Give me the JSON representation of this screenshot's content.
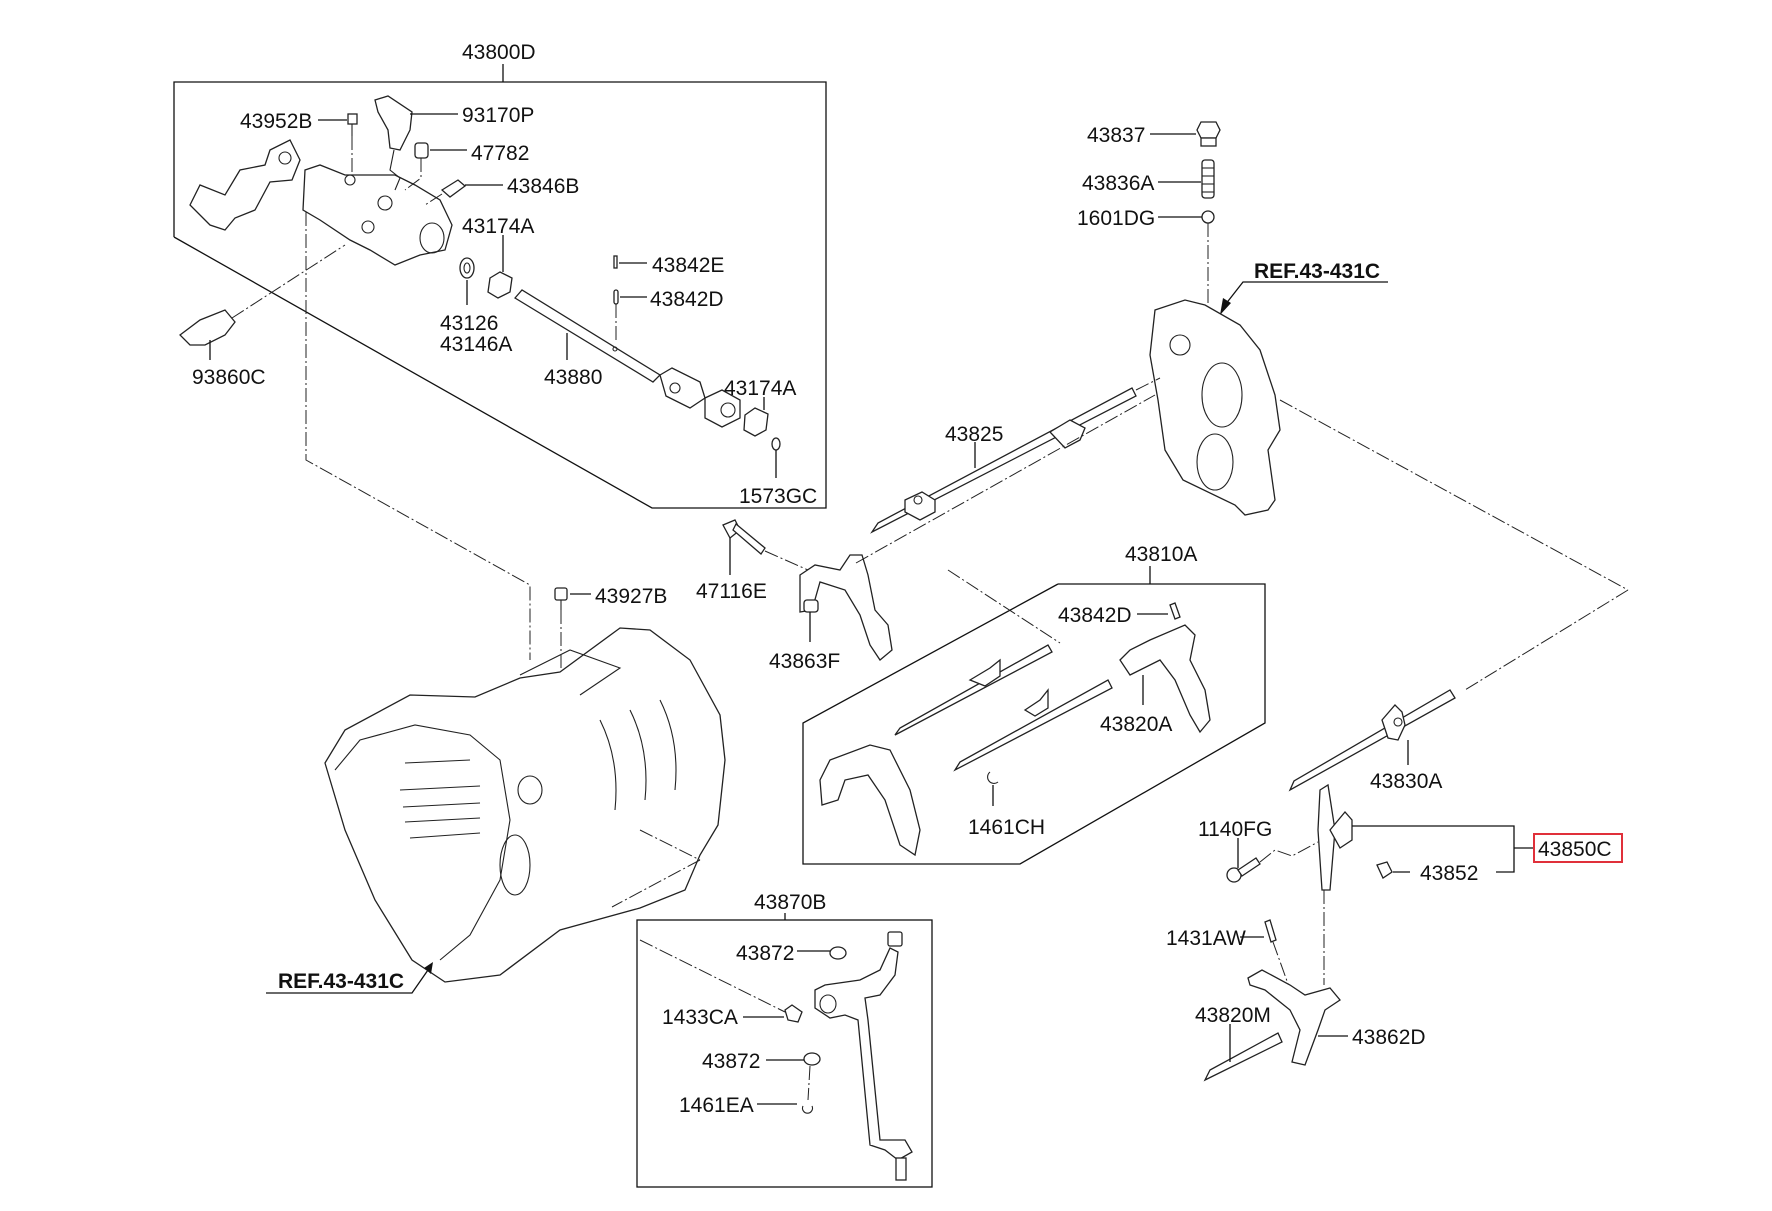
{
  "diagram": {
    "title": "Transmission shift control / shift rail & fork exploded parts diagram",
    "highlight_color": "#e0303a",
    "highlighted_part": "43850C",
    "groups": {
      "g1": {
        "label": "43800D"
      },
      "g2": {
        "label": "43810A"
      },
      "g3": {
        "label": "43870B"
      }
    },
    "labels": {
      "p43952B": "43952B",
      "p93170P": "93170P",
      "p47782": "47782",
      "p43846B": "43846B",
      "p43174A_1": "43174A",
      "p43842E": "43842E",
      "p43842D_1": "43842D",
      "p43126": "43126",
      "p43146A": "43146A",
      "p43880": "43880",
      "p93860C": "93860C",
      "p43174A_2": "43174A",
      "p1573GC": "1573GC",
      "p43837": "43837",
      "p43836A": "43836A",
      "p1601DG": "1601DG",
      "p43825": "43825",
      "p47116E": "47116E",
      "p43863F": "43863F",
      "p43842D_2": "43842D",
      "p43820A": "43820A",
      "p1461CH": "1461CH",
      "p43927B": "43927B",
      "p43830A": "43830A",
      "p1140FG": "1140FG",
      "p43852": "43852",
      "p43850C": "43850C",
      "p1431AW": "1431AW",
      "p43820M": "43820M",
      "p43862D": "43862D",
      "p43872_1": "43872",
      "p1433CA": "1433CA",
      "p43872_2": "43872",
      "p1461EA": "1461EA"
    },
    "references": {
      "ref_top": "REF.43-431C",
      "ref_bottom": "REF.43-431C"
    }
  }
}
